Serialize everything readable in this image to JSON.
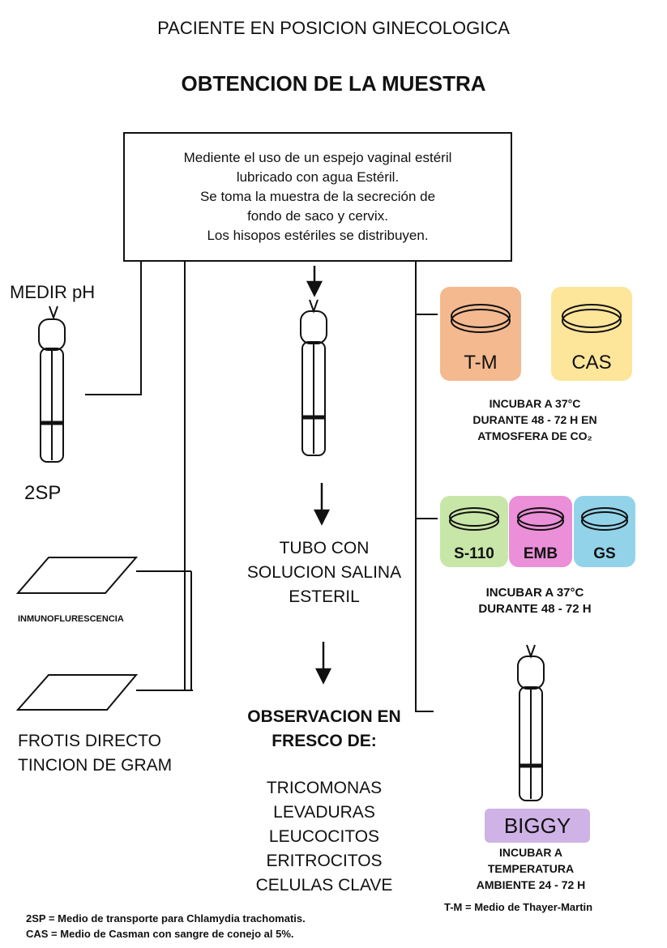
{
  "header": {
    "title": "PACIENTE EN POSICION GINECOLOGICA",
    "subtitle": "OBTENCION DE LA MUESTRA"
  },
  "procedure_box": {
    "lines": [
      "Mediente el uso de un espejo vaginal estéril",
      "lubricado con agua Estéril.",
      "Se toma la muestra de la secreción de",
      "fondo de saco y cervix.",
      "Los hisopos estériles se distribuyen."
    ]
  },
  "left": {
    "ph_label": "MEDIR pH",
    "swab_label": "2SP",
    "slide1_label": "INMUNOFLURESCENCIA",
    "slide2_lines": [
      "FROTIS DIRECTO",
      "TINCION DE GRAM"
    ]
  },
  "center": {
    "tube_lines": [
      "TUBO CON",
      "SOLUCION SALINA",
      "ESTERIL"
    ],
    "obs_lines": [
      "OBSERVACION EN",
      "FRESCO DE:"
    ],
    "obs_items": [
      "TRICOMONAS",
      "LEVADURAS",
      "LEUCOCITOS",
      "ERITROCITOS",
      "CELULAS CLAVE"
    ]
  },
  "right": {
    "plates_row1": [
      {
        "label": "T-M",
        "color": "#f4b98f"
      },
      {
        "label": "CAS",
        "color": "#fde59a"
      }
    ],
    "incubate1_lines": [
      "INCUBAR A 37°C",
      "DURANTE 48 - 72 H EN",
      "ATMOSFERA DE CO₂"
    ],
    "plates_row2": [
      {
        "label": "S-110",
        "color": "#c8e6a8"
      },
      {
        "label": "EMB",
        "color": "#ea8fd8"
      },
      {
        "label": "GS",
        "color": "#92d3ea"
      }
    ],
    "incubate2_lines": [
      "INCUBAR A 37°C",
      "DURANTE 48 - 72 H"
    ],
    "biggy_label": "BIGGY",
    "incubate3_lines": [
      "INCUBAR A",
      "TEMPERATURA",
      "AMBIENTE  24 - 72 H"
    ]
  },
  "legend": {
    "line1": "2SP = Medio de transporte para Chlamydia trachomatis.",
    "line2": "CAS = Medio de Casman con sangre de conejo al 5%.",
    "line3": "T-M = Medio de Thayer-Martin"
  }
}
